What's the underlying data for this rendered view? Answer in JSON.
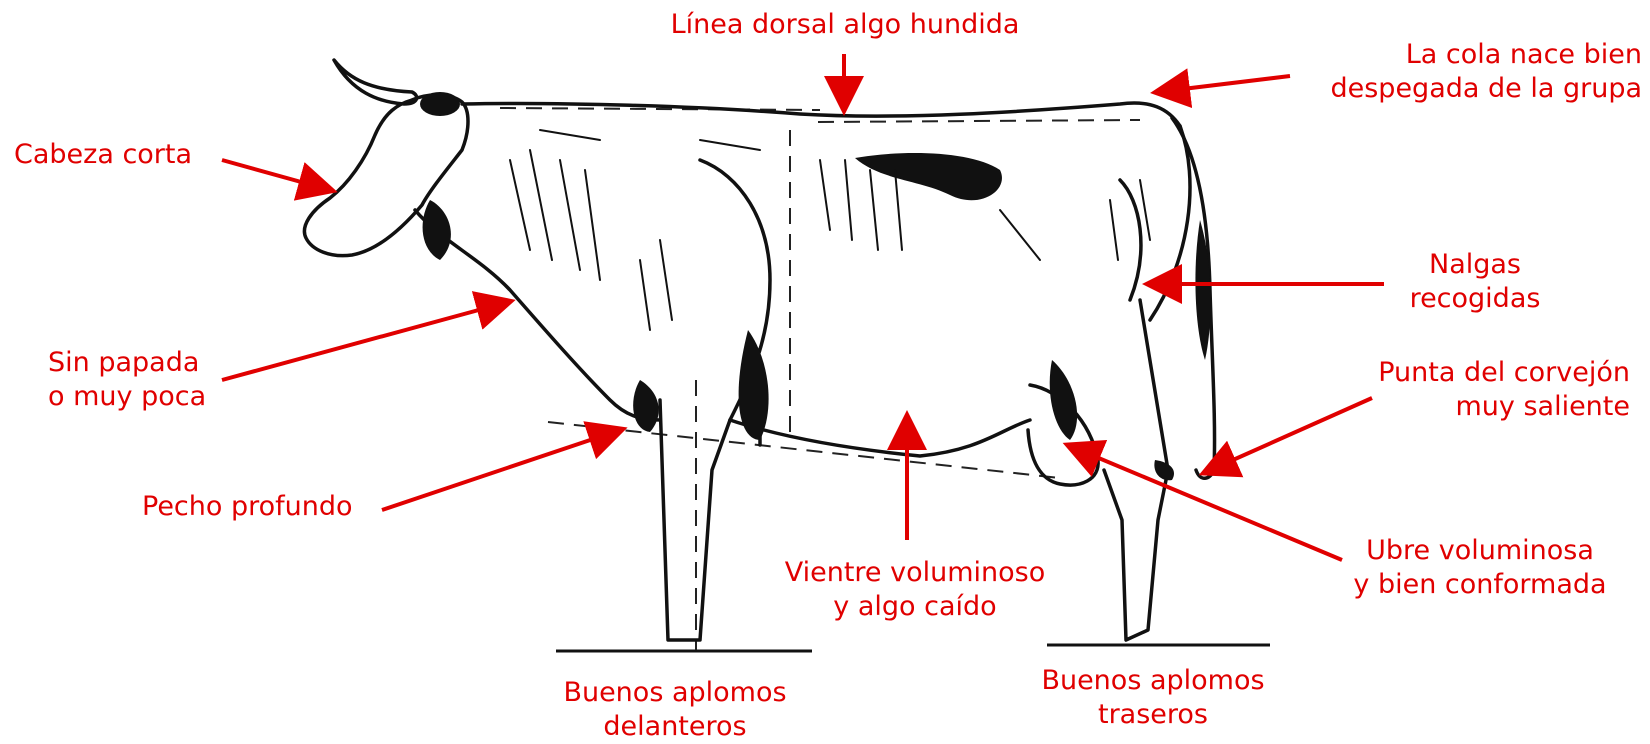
{
  "colors": {
    "label": "#e00000",
    "arrow": "#e00000",
    "drawing": "#111111",
    "background": "#ffffff"
  },
  "labels": {
    "linea_dorsal": "Línea dorsal algo hundida",
    "cola_1": "La cola nace bien",
    "cola_2": "despegada de la grupa",
    "cabeza": "Cabeza corta",
    "nalgas_1": "Nalgas",
    "nalgas_2": "recogidas",
    "papada_1": "Sin papada",
    "papada_2": "o muy poca",
    "corvejon_1": "Punta del corvejón",
    "corvejon_2": "muy saliente",
    "pecho": "Pecho profundo",
    "ubre_1": "Ubre voluminosa",
    "ubre_2": "y bien conformada",
    "vientre_1": "Vientre voluminoso",
    "vientre_2": "y algo caído",
    "aplomos_del_1": "Buenos aplomos",
    "aplomos_del_2": "delanteros",
    "aplomos_tras_1": "Buenos aplomos",
    "aplomos_tras_2": "traseros"
  },
  "illustration": {
    "subject": "cow-side-view-line-drawing"
  }
}
